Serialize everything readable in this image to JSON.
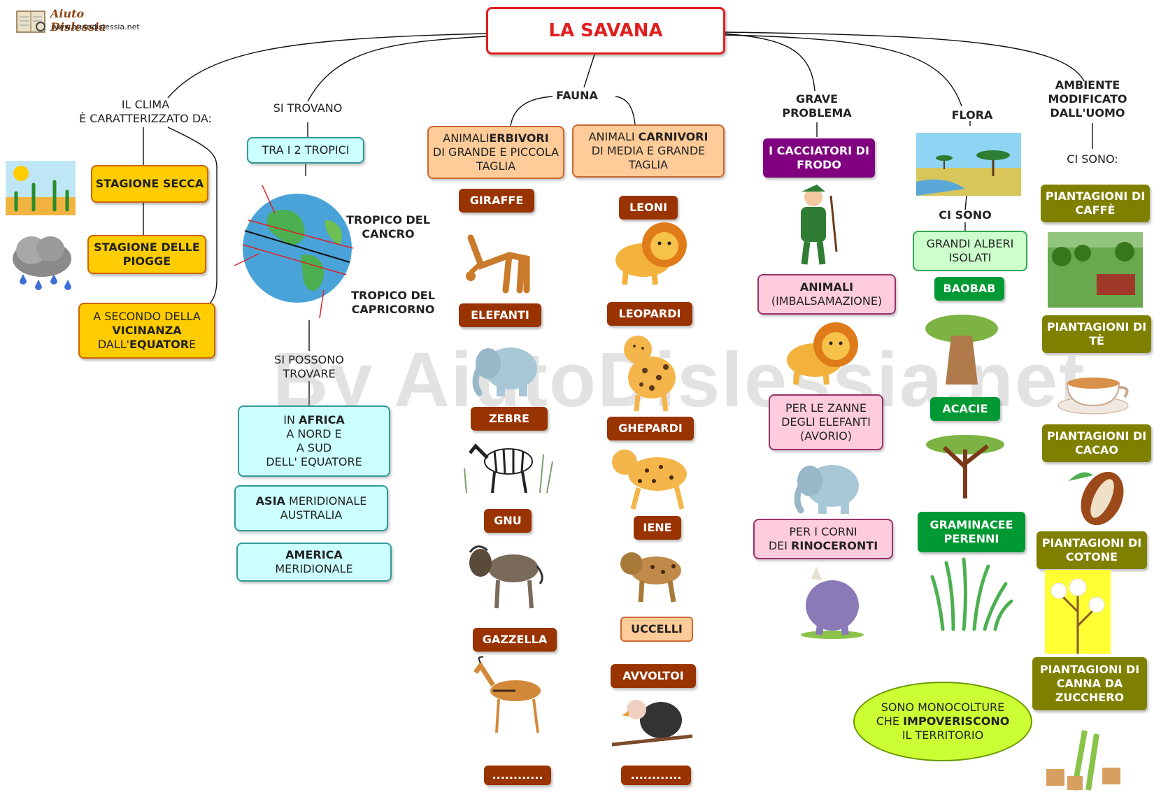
{
  "logo": {
    "name": "Aiuto Dislessia",
    "url": "www.aiutodislessia.net"
  },
  "watermark": "By AiutoDislessia.net",
  "title": "LA SAVANA",
  "clima": {
    "label_line1": "IL CLIMA",
    "label_line2": "È CARATTERIZZATO DA:",
    "secca": "STAGIONE SECCA",
    "piogge": "STAGIONE DELLE PIOGGE",
    "vicinanza_a": "A SECONDO DELLA ",
    "vicinanza_b": "VICINANZA",
    "vicinanza_c": " DALL'",
    "vicinanza_d": "EQUATOR",
    "vicinanza_e": "E"
  },
  "luogo": {
    "label": "SI TROVANO",
    "tropici": "TRA I 2 TROPICI",
    "cancro": "TROPICO DEL CANCRO",
    "capricorno": "TROPICO DEL CAPRICORNO",
    "possono": "SI POSSONO TROVARE",
    "africa_a": "IN ",
    "africa_b": "AFRICA",
    "africa_c": "A NORD E",
    "africa_d": "A SUD",
    "africa_e": "DELL' EQUATORE",
    "asia_a": "ASIA",
    "asia_b": " MERIDIONALE",
    "asia_c": "AUSTRALIA",
    "america_a": "AMERICA",
    "america_b": "MERIDIONALE"
  },
  "fauna": {
    "label": "FAUNA",
    "erbivori_a": "ANIMALI",
    "erbivori_b": "ERBIVORI",
    "erbivori_c": "DI GRANDE E PICCOLA TAGLIA",
    "carnivori_a": "ANIMALI ",
    "carnivori_b": "CARNIVORI",
    "carnivori_c": "DI MEDIA E GRANDE TAGLIA",
    "herbivores": [
      "GIRAFFE",
      "ELEFANTI",
      "ZEBRE",
      "GNU",
      "GAZZELLA",
      "............"
    ],
    "carnivores": [
      "LEONI",
      "LEOPARDI",
      "GHEPARDI",
      "IENE",
      "UCCELLI",
      "AVVOLTOI",
      "............"
    ]
  },
  "problema": {
    "label": "GRAVE PROBLEMA",
    "cacciatori": "I CACCIATORI DI FRODO",
    "animali_a": "ANIMALI",
    "animali_b": "(IMBALSAMAZIONE)",
    "zanne": "PER LE ZANNE DEGLI ELEFANTI (AVORIO)",
    "corni_a": "PER I CORNI",
    "corni_b": "DEI ",
    "corni_c": "RINOCERONTI"
  },
  "flora": {
    "label": "FLORA",
    "ci_sono": "CI SONO",
    "alberi": "GRANDI ALBERI ISOLATI",
    "baobab": "BAOBAB",
    "acacie": "ACACIE",
    "graminacee": "GRAMINACEE PERENNI"
  },
  "ambiente": {
    "label": "AMBIENTE MODIFICATO DALL'UOMO",
    "ci_sono": "CI SONO:",
    "caffe": "PIANTAGIONI DI CAFFÈ",
    "te": "PIANTAGIONI DI TÈ",
    "cacao": "PIANTAGIONI DI CACAO",
    "cotone": "PIANTAGIONI DI COTONE",
    "canna": "PIANTAGIONI DI CANNA DA ZUCCHERO",
    "mono_a": "SONO MONOCOLTURE",
    "mono_b": "CHE ",
    "mono_c": "IMPOVERISCONO",
    "mono_d": "IL TERRITORIO"
  },
  "colors": {
    "title_red": "#e02020",
    "yellow": "#ffcc00",
    "cyan": "#ccffff",
    "peach": "#ffcc99",
    "brown": "#993300",
    "purple": "#800080",
    "pink": "#ffccdd",
    "green": "#009933",
    "olive": "#808000",
    "lime": "#ccff33"
  }
}
